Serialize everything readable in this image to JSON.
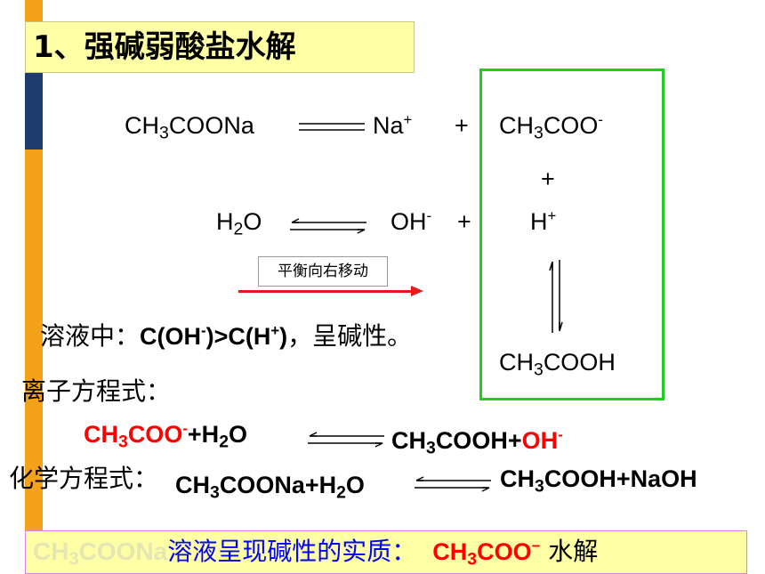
{
  "title": "1、强碱弱酸盐水解",
  "dissociation": {
    "salt_base": "CH",
    "salt_sub": "3",
    "salt_rest": "COONa",
    "cation": "Na",
    "cation_charge": "+",
    "plus1": "+",
    "anion_base": "CH",
    "anion_sub": "3",
    "anion_rest": "COO",
    "anion_charge": "-"
  },
  "plus_between": "+",
  "water": {
    "h": "H",
    "h_sub": "2",
    "o": "O",
    "oh": "OH",
    "oh_charge": "-",
    "plus": "+",
    "proton": "H",
    "proton_charge": "+"
  },
  "shift_label": "平衡向右移动",
  "solution_statement": {
    "prefix": "溶液中：",
    "c1": "C(OH",
    "c1_charge": "-",
    "c1_close": ")>C(H",
    "c2_charge": "+",
    "c2_close": ")",
    "suffix": "，呈碱性。"
  },
  "acetic_acid": {
    "base": "CH",
    "sub": "3",
    "rest": "COOH"
  },
  "ionic_equation_label": "离子方程式：",
  "ionic_equation": {
    "lhs_base": "CH",
    "lhs_sub": "3",
    "lhs_rest": "COO",
    "lhs_charge": "-",
    "lhs_plus_h": "+H",
    "lhs_h_sub": "2",
    "lhs_o": "O",
    "rhs_base": "CH",
    "rhs_sub": "3",
    "rhs_rest": "COOH+",
    "rhs_oh": "OH",
    "rhs_oh_charge": "-"
  },
  "chemical_equation_label": "化学方程式：",
  "chemical_equation": {
    "lhs_base": "CH",
    "lhs_sub": "3",
    "lhs_rest": "COONa+H",
    "lhs_h_sub": "2",
    "lhs_o": "O",
    "rhs_base": "CH",
    "rhs_sub": "3",
    "rhs_rest": "COOH+NaOH"
  },
  "conclusion": {
    "ghost_base": "CH",
    "ghost_sub": "3",
    "ghost_rest": "COONa",
    "text": "溶液呈现碱性的实质：",
    "ion_base": "CH",
    "ion_sub": "3",
    "ion_rest": "COO",
    "ion_charge": "−",
    "suffix": " 水解"
  },
  "colors": {
    "accent_orange": "#f5a21b",
    "accent_navy": "#1f3c6e",
    "highlight_yellow": "#ffffa6",
    "box_green": "#22cc22",
    "red": "#ff0000",
    "blue": "#0000ff"
  }
}
